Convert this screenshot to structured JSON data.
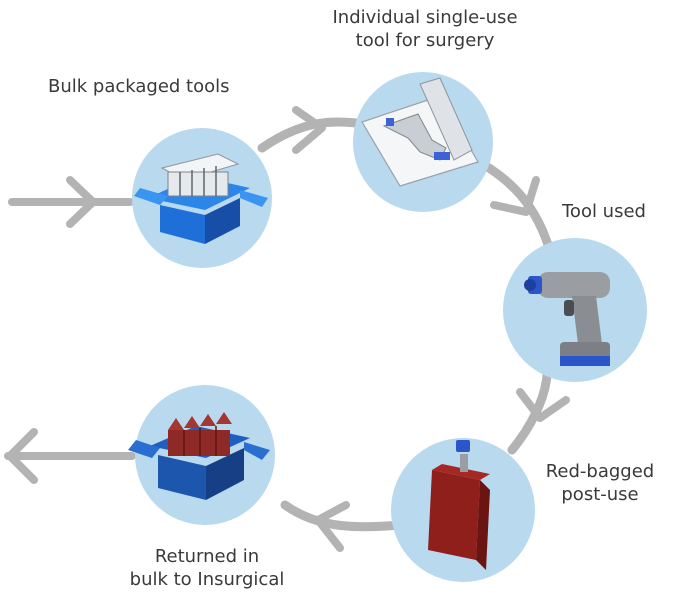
{
  "steps": [
    {
      "lines": [
        "Bulk packaged tools"
      ]
    },
    {
      "lines": [
        "Individual single-use",
        "tool for surgery"
      ]
    },
    {
      "lines": [
        "Tool used"
      ]
    },
    {
      "lines": [
        "Red-bagged",
        "post-use"
      ]
    },
    {
      "lines": [
        "Returned in",
        "bulk to Insurgical"
      ]
    }
  ],
  "colors": {
    "circle": "#b8d9ee",
    "arrow": "#b3b3b3",
    "box_blue": "#1f6fd8",
    "box_dark": "#174ea8",
    "red_bag": "#8e1f1b",
    "drill_gray": "#9a9ea3",
    "drill_blue": "#2a56c9"
  }
}
